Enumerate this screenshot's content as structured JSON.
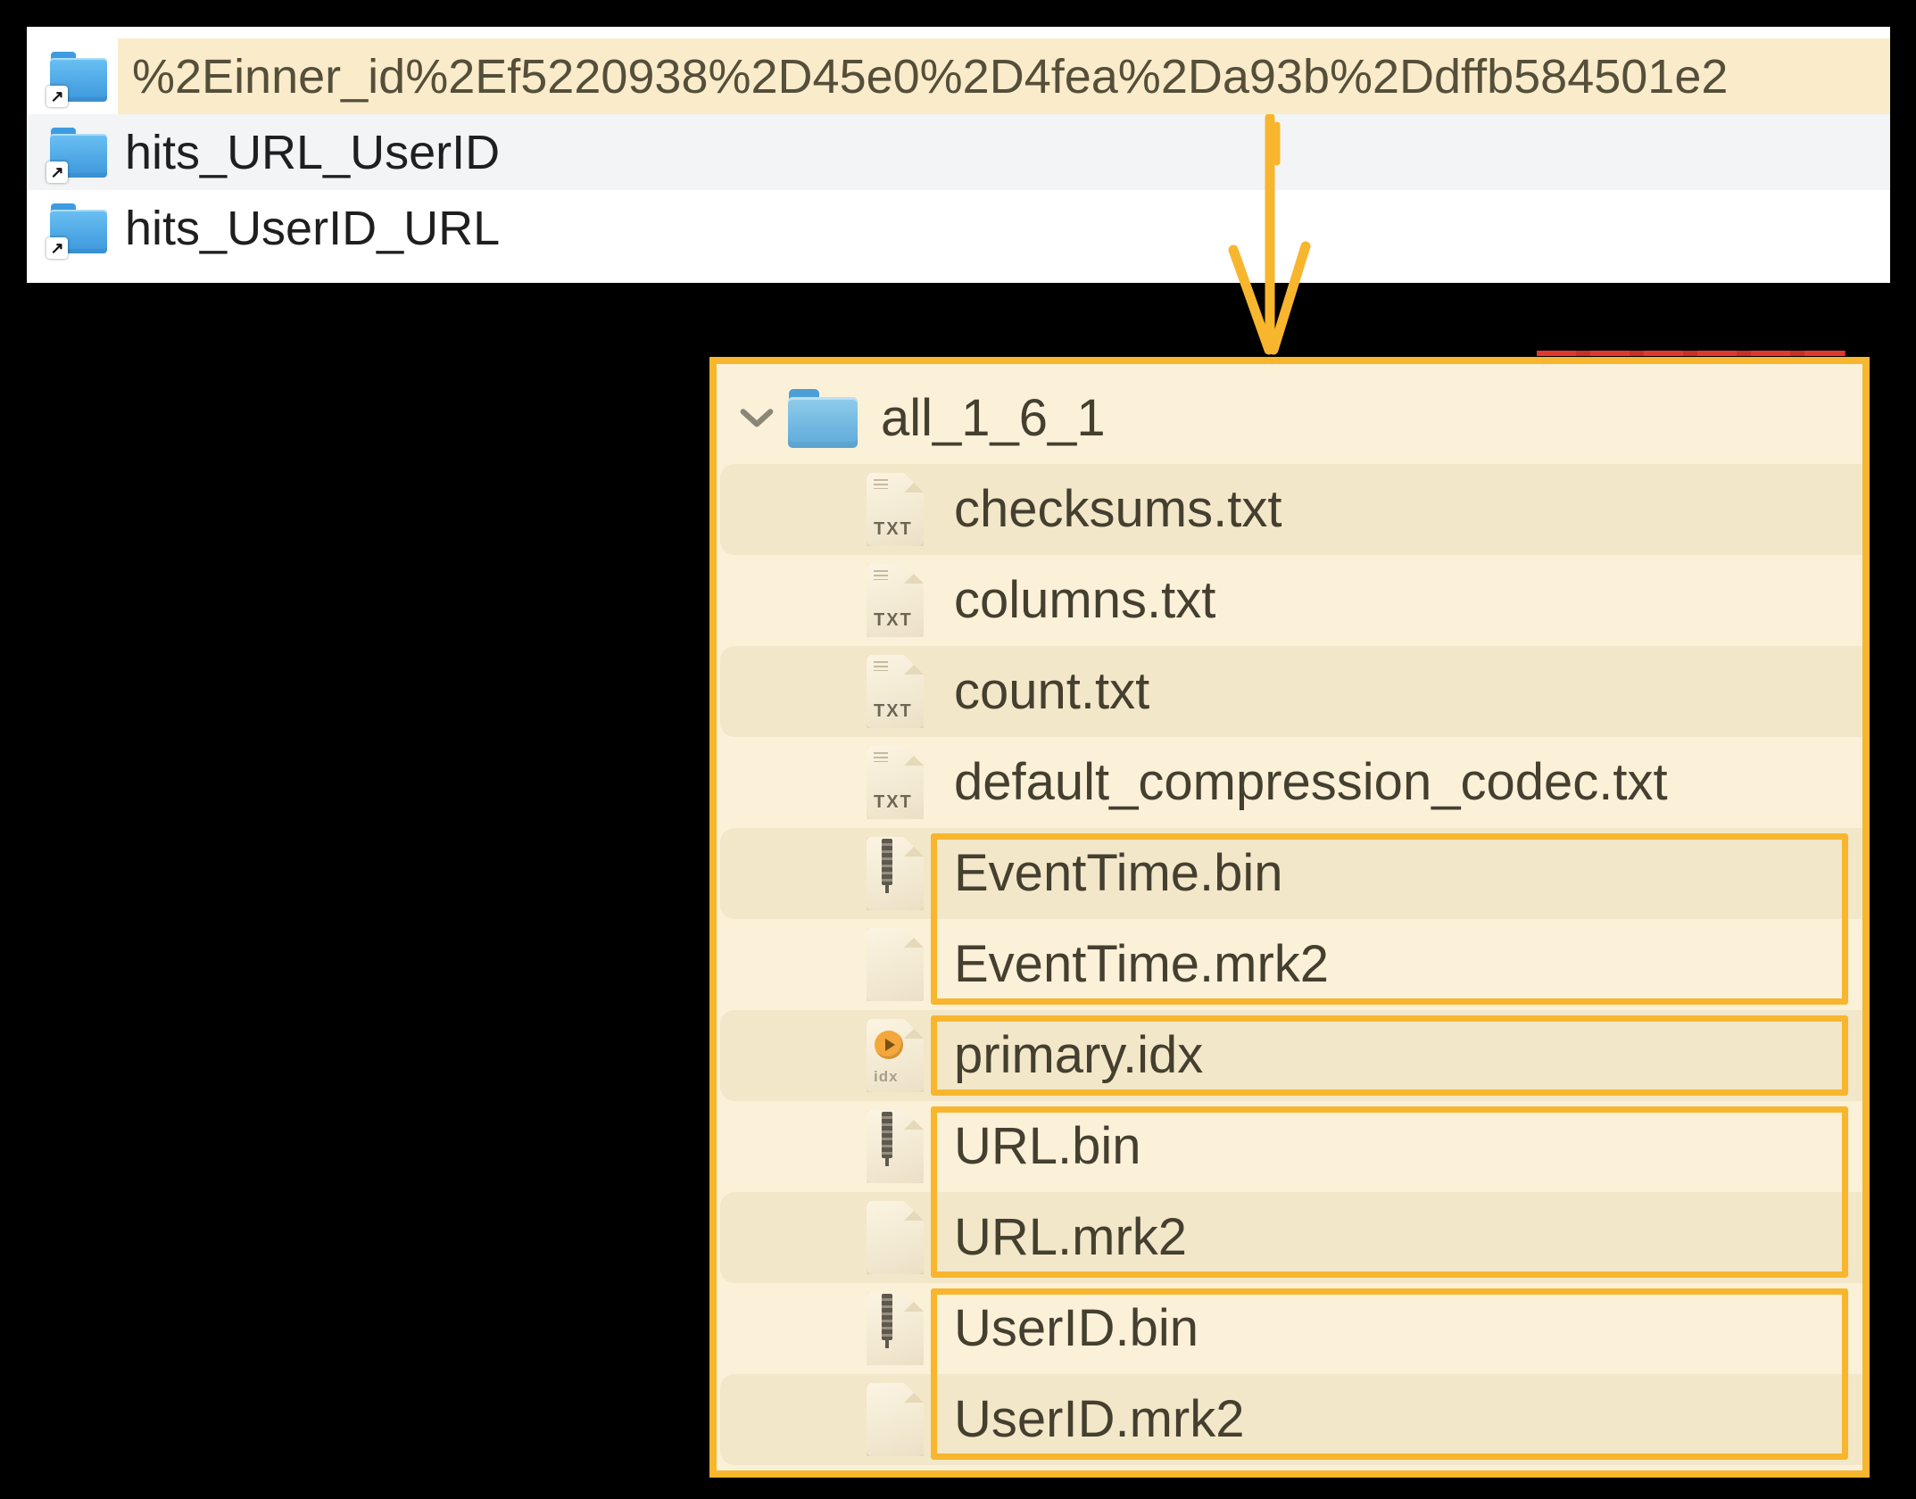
{
  "finder_list": {
    "rows": [
      {
        "name": "%2Einner_id%2Ef5220938%2D45e0%2D4fea%2Da93b%2Ddffb584501e2",
        "highlighted": true
      },
      {
        "name": "hits_URL_UserID",
        "highlighted": false
      },
      {
        "name": "hits_UserID_URL",
        "highlighted": false
      }
    ]
  },
  "part_panel": {
    "folder": "all_1_6_1",
    "files": [
      {
        "name": "checksums.txt",
        "icon": "txt"
      },
      {
        "name": "columns.txt",
        "icon": "txt"
      },
      {
        "name": "count.txt",
        "icon": "txt"
      },
      {
        "name": "default_compression_codec.txt",
        "icon": "txt"
      },
      {
        "name": "EventTime.bin",
        "icon": "bin"
      },
      {
        "name": "EventTime.mrk2",
        "icon": "doc"
      },
      {
        "name": "primary.idx",
        "icon": "idx"
      },
      {
        "name": "URL.bin",
        "icon": "bin"
      },
      {
        "name": "URL.mrk2",
        "icon": "doc"
      },
      {
        "name": "UserID.bin",
        "icon": "bin"
      },
      {
        "name": "UserID.mrk2",
        "icon": "doc"
      }
    ],
    "highlight_boxes": [
      {
        "from": 4,
        "to": 5
      },
      {
        "from": 6,
        "to": 6
      },
      {
        "from": 7,
        "to": 8
      },
      {
        "from": 9,
        "to": 10
      }
    ]
  },
  "icons": {
    "txt_badge": "TXT",
    "idx_badge": "idx"
  },
  "colors": {
    "accent_orange": "#F8B62E",
    "selection_cream": "#FAECCB",
    "panel_cream": "#FBF0D8",
    "row_stripe": "#F3E7C9",
    "alt_row_gray": "#F2F4F5",
    "folder_blue": "#4FA9E6",
    "red_artifact": "#E03A2F"
  }
}
